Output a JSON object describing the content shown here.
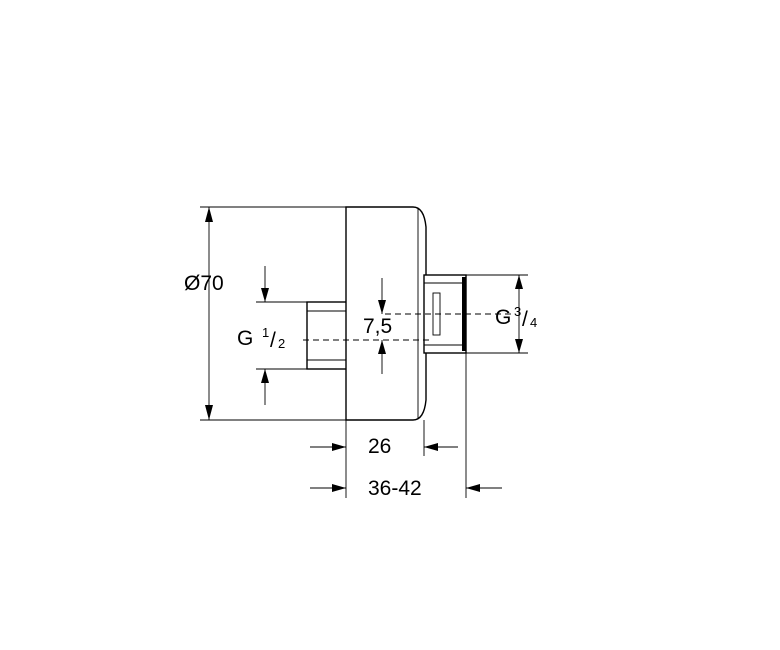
{
  "dimensions": {
    "diameter": "Ø70",
    "inlet_thread_prefix": "G",
    "inlet_thread_num": "1",
    "inlet_thread_den": "2",
    "offset": "7,5",
    "outlet_thread_prefix": "G",
    "outlet_thread_num": "3",
    "outlet_thread_den": "4",
    "body_depth": "26",
    "total_depth": "36-42"
  }
}
